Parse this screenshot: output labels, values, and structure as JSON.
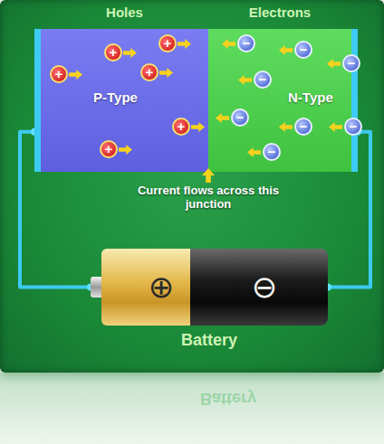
{
  "diagram": {
    "nodes": [
      {
        "text": [
          "Holes",
          "P-Type"
        ]
      },
      {
        "text": [
          "Electrons",
          "N-Type"
        ]
      },
      {
        "text": [
          "Battery"
        ]
      }
    ],
    "edges": [
      {
        "from": 0,
        "to": 2,
        "arrow": "none"
      },
      {
        "from": 1,
        "to": 2,
        "arrow": "none"
      }
    ],
    "labels": [
      "Current flows across this junction",
      "⊕",
      "⊖",
      "+",
      "+",
      "+",
      "+",
      "+",
      "+",
      "−",
      "−",
      "−",
      "−",
      "−",
      "−",
      "−",
      "−",
      "Battery"
    ]
  }
}
